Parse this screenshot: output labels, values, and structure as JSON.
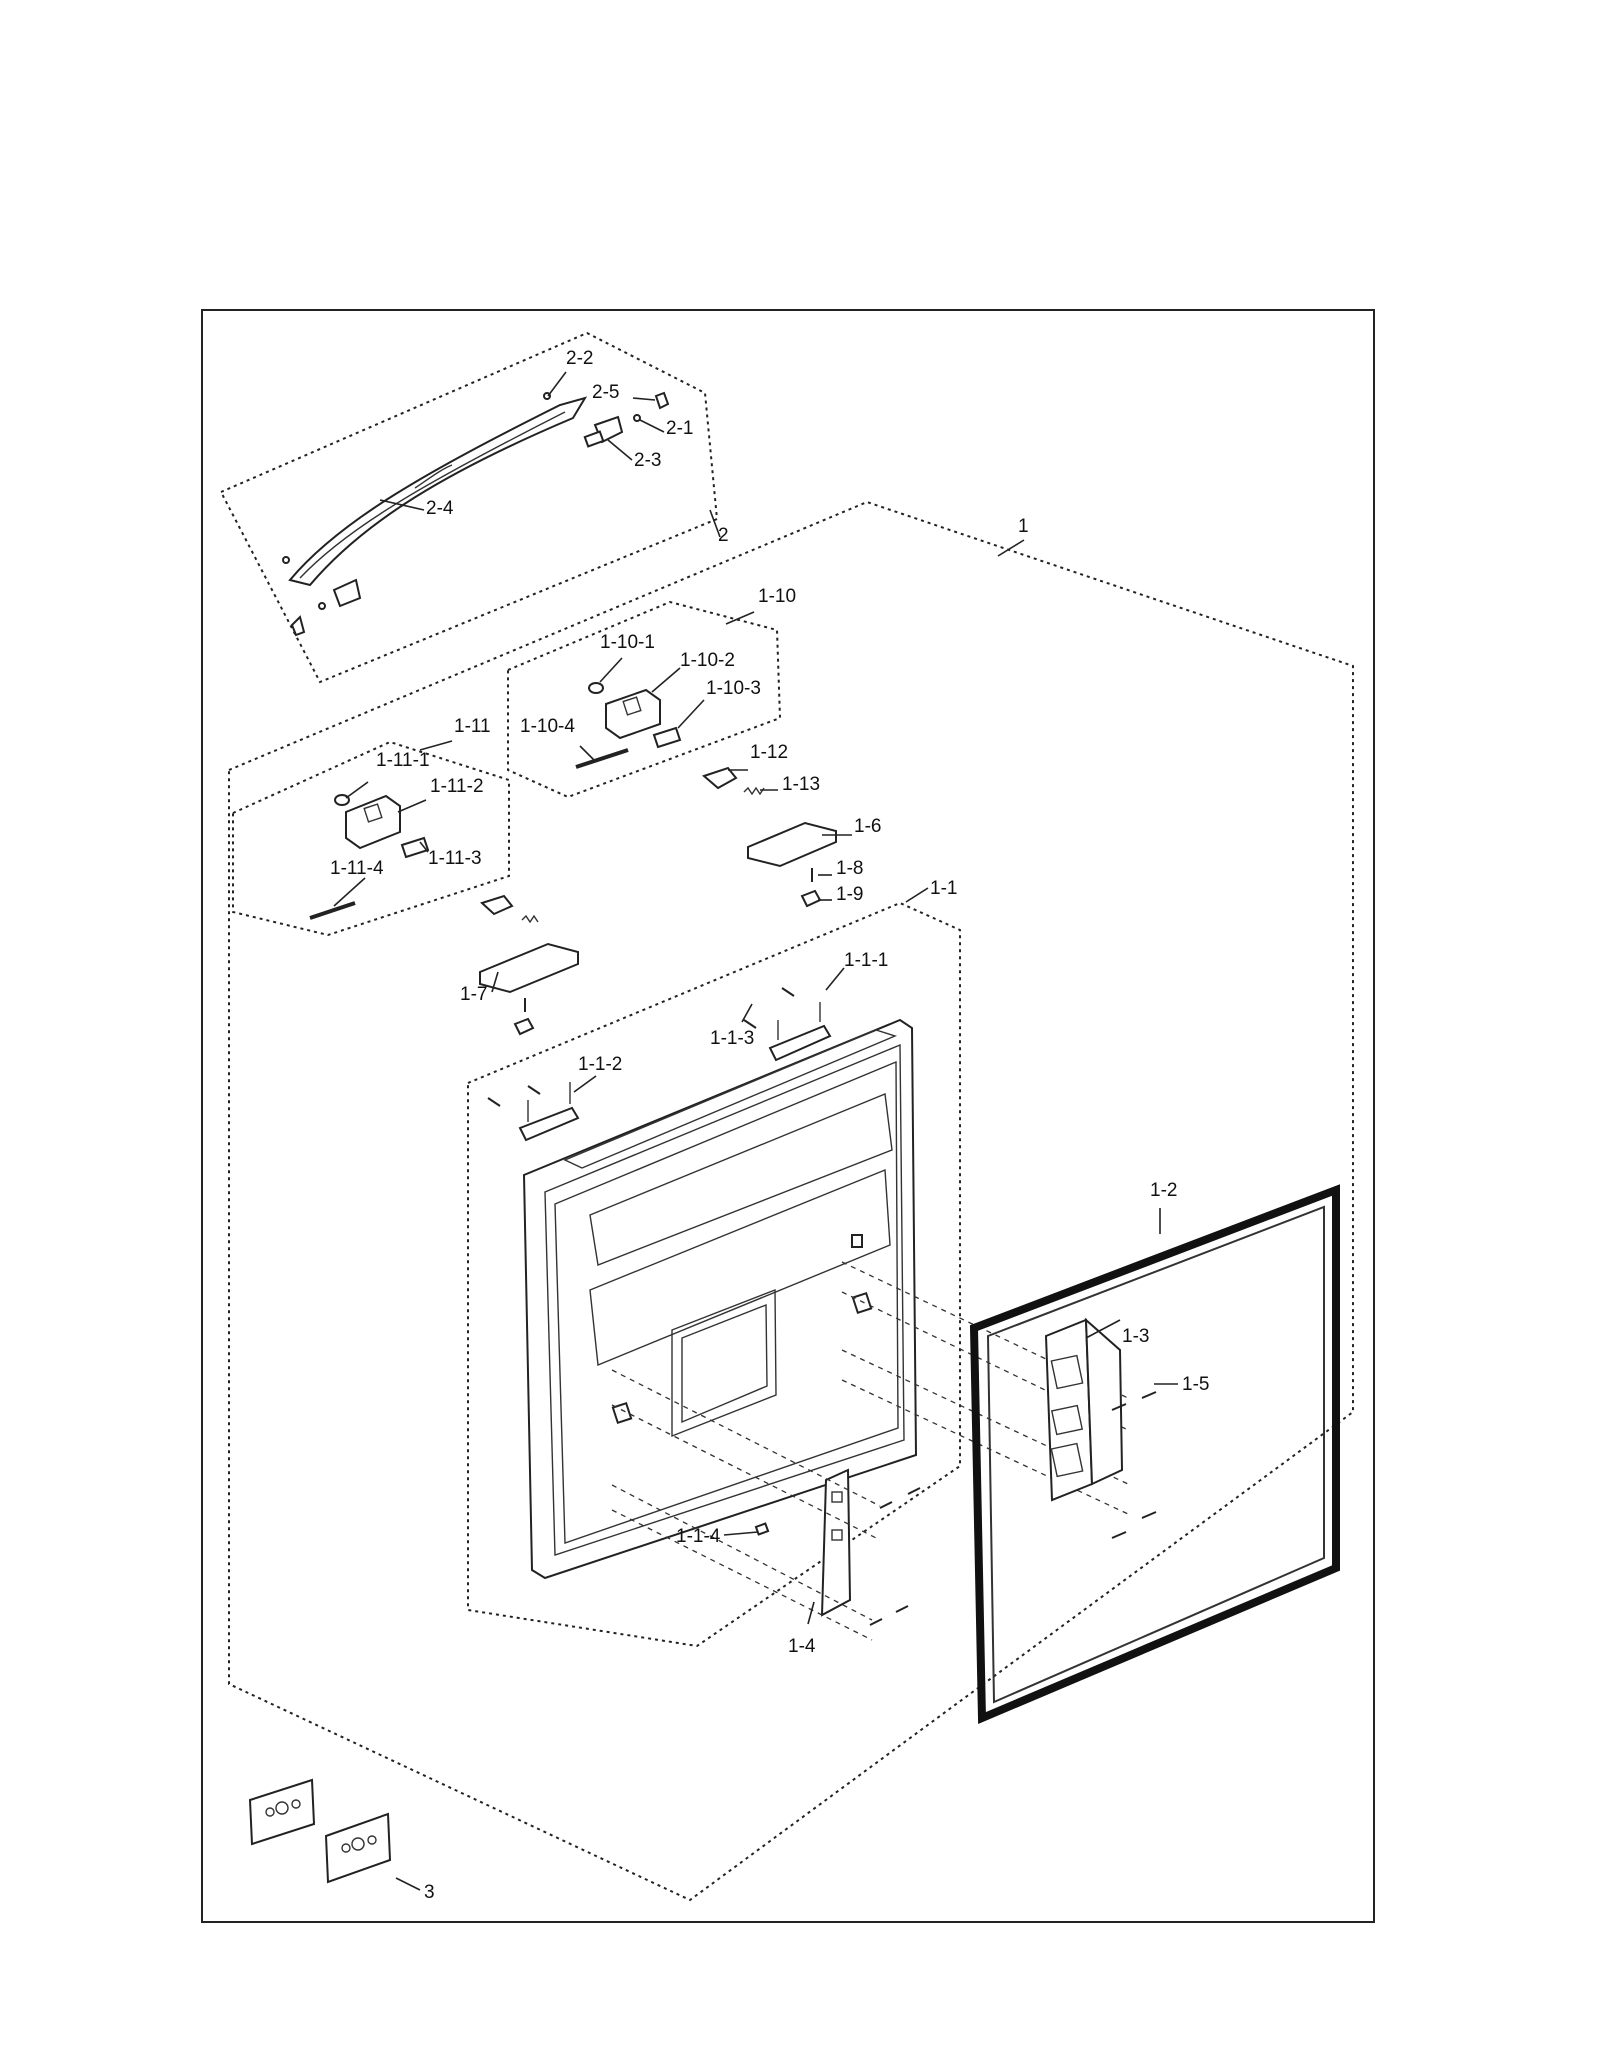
{
  "labels": {
    "l_2_2": "2-2",
    "l_2_5": "2-5",
    "l_2_1": "2-1",
    "l_2_3": "2-3",
    "l_2_4": "2-4",
    "l_2": "2",
    "l_1": "1",
    "l_1_10": "1-10",
    "l_1_10_1": "1-10-1",
    "l_1_10_2": "1-10-2",
    "l_1_10_3": "1-10-3",
    "l_1_10_4": "1-10-4",
    "l_1_11": "1-11",
    "l_1_11_1": "1-11-1",
    "l_1_11_2": "1-11-2",
    "l_1_11_3": "1-11-3",
    "l_1_11_4": "1-11-4",
    "l_1_12": "1-12",
    "l_1_13": "1-13",
    "l_1_6": "1-6",
    "l_1_8": "1-8",
    "l_1_9": "1-9",
    "l_1_1": "1-1",
    "l_1_1_1": "1-1-1",
    "l_1_1_3": "1-1-3",
    "l_1_1_2": "1-1-2",
    "l_1_7": "1-7",
    "l_1_2": "1-2",
    "l_1_3": "1-3",
    "l_1_5": "1-5",
    "l_1_1_4": "1-1-4",
    "l_1_4": "1-4",
    "l_3": "3"
  }
}
